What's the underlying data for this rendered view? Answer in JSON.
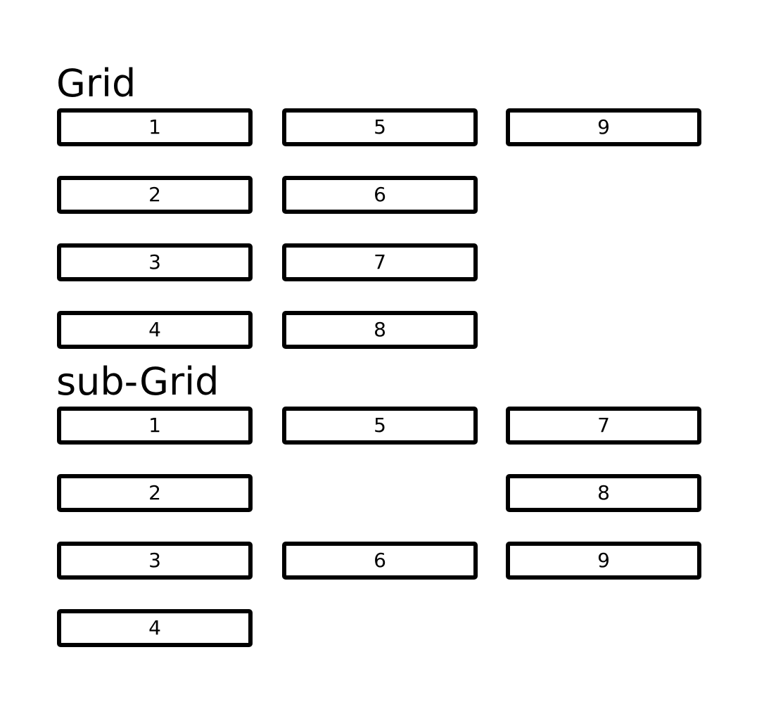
{
  "grid": {
    "title": "Grid",
    "items": [
      "1",
      "2",
      "3",
      "4",
      "5",
      "6",
      "7",
      "8",
      "9"
    ]
  },
  "subgrid": {
    "title": "sub-Grid",
    "items": [
      "1",
      "2",
      "3",
      "4",
      "5",
      "6",
      "7",
      "8",
      "9"
    ]
  }
}
